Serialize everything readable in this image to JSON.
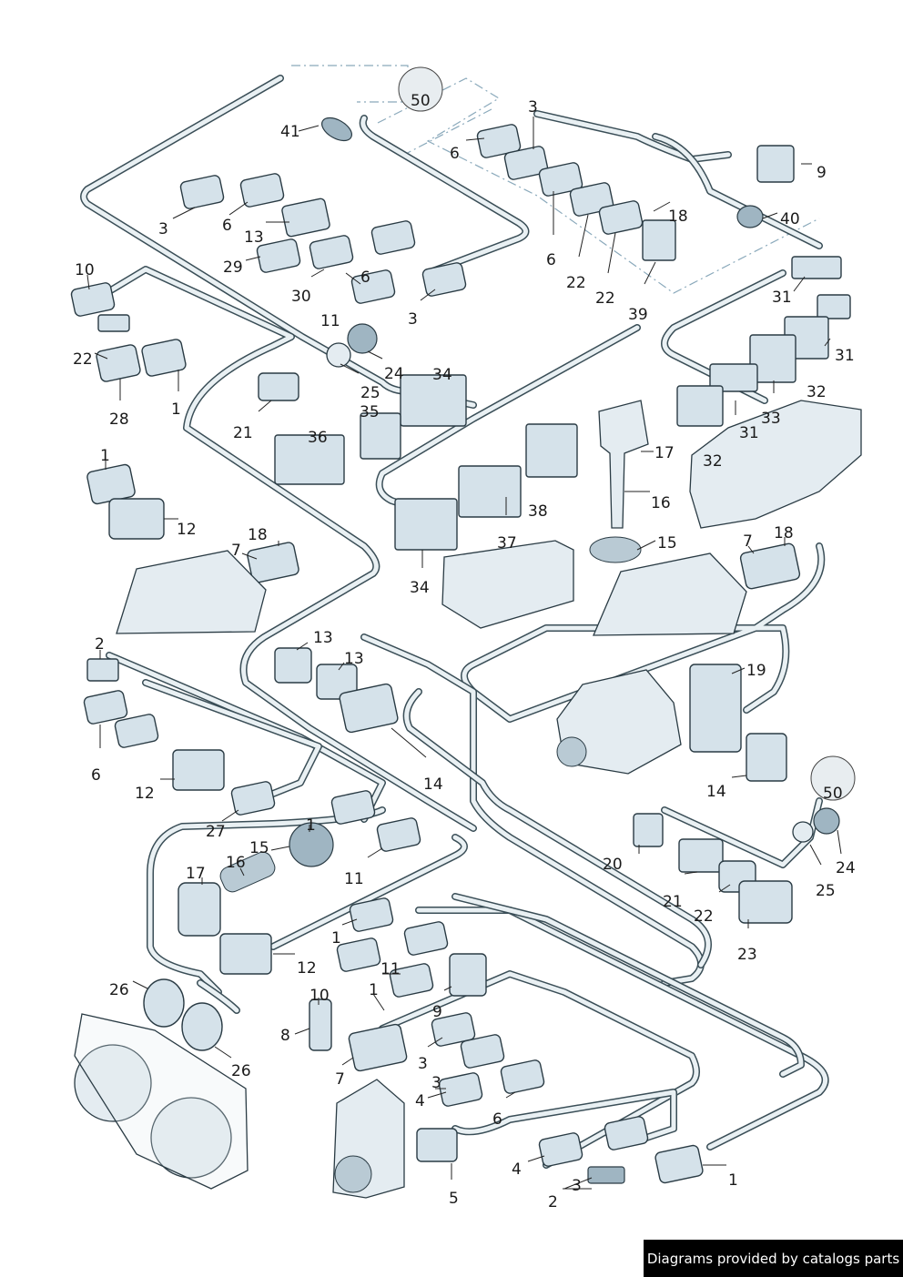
{
  "footer": {
    "text": "Diagrams provided by catalogs parts"
  },
  "colors": {
    "harness": "#3a4e57",
    "connector_fill": "#d5e2ea",
    "background": "#ffffff",
    "footer_bg": "#000000"
  },
  "callouts": [
    {
      "label": "3"
    },
    {
      "label": "41"
    },
    {
      "label": "50"
    },
    {
      "label": "6"
    },
    {
      "label": "9"
    },
    {
      "label": "3"
    },
    {
      "label": "6"
    },
    {
      "label": "13"
    },
    {
      "label": "29"
    },
    {
      "label": "6"
    },
    {
      "label": "30"
    },
    {
      "label": "3"
    },
    {
      "label": "18"
    },
    {
      "label": "40"
    },
    {
      "label": "6"
    },
    {
      "label": "22"
    },
    {
      "label": "22"
    },
    {
      "label": "39"
    },
    {
      "label": "10"
    },
    {
      "label": "22"
    },
    {
      "label": "28"
    },
    {
      "label": "1"
    },
    {
      "label": "11"
    },
    {
      "label": "24"
    },
    {
      "label": "34"
    },
    {
      "label": "25"
    },
    {
      "label": "35"
    },
    {
      "label": "21"
    },
    {
      "label": "31"
    },
    {
      "label": "31"
    },
    {
      "label": "33"
    },
    {
      "label": "31"
    },
    {
      "label": "32"
    },
    {
      "label": "32"
    },
    {
      "label": "36"
    },
    {
      "label": "17"
    },
    {
      "label": "16"
    },
    {
      "label": "1"
    },
    {
      "label": "12"
    },
    {
      "label": "38"
    },
    {
      "label": "18"
    },
    {
      "label": "7"
    },
    {
      "label": "37"
    },
    {
      "label": "15"
    },
    {
      "label": "7"
    },
    {
      "label": "18"
    },
    {
      "label": "34"
    },
    {
      "label": "2"
    },
    {
      "label": "13"
    },
    {
      "label": "13"
    },
    {
      "label": "19"
    },
    {
      "label": "6"
    },
    {
      "label": "12"
    },
    {
      "label": "14"
    },
    {
      "label": "14"
    },
    {
      "label": "50"
    },
    {
      "label": "27"
    },
    {
      "label": "1"
    },
    {
      "label": "15"
    },
    {
      "label": "16"
    },
    {
      "label": "17"
    },
    {
      "label": "11"
    },
    {
      "label": "20"
    },
    {
      "label": "24"
    },
    {
      "label": "25"
    },
    {
      "label": "21"
    },
    {
      "label": "22"
    },
    {
      "label": "23"
    },
    {
      "label": "1"
    },
    {
      "label": "12"
    },
    {
      "label": "11"
    },
    {
      "label": "26"
    },
    {
      "label": "10"
    },
    {
      "label": "1"
    },
    {
      "label": "9"
    },
    {
      "label": "8"
    },
    {
      "label": "3"
    },
    {
      "label": "26"
    },
    {
      "label": "7"
    },
    {
      "label": "3"
    },
    {
      "label": "4"
    },
    {
      "label": "6"
    },
    {
      "label": "4"
    },
    {
      "label": "3"
    },
    {
      "label": "1"
    },
    {
      "label": "5"
    },
    {
      "label": "2"
    }
  ]
}
